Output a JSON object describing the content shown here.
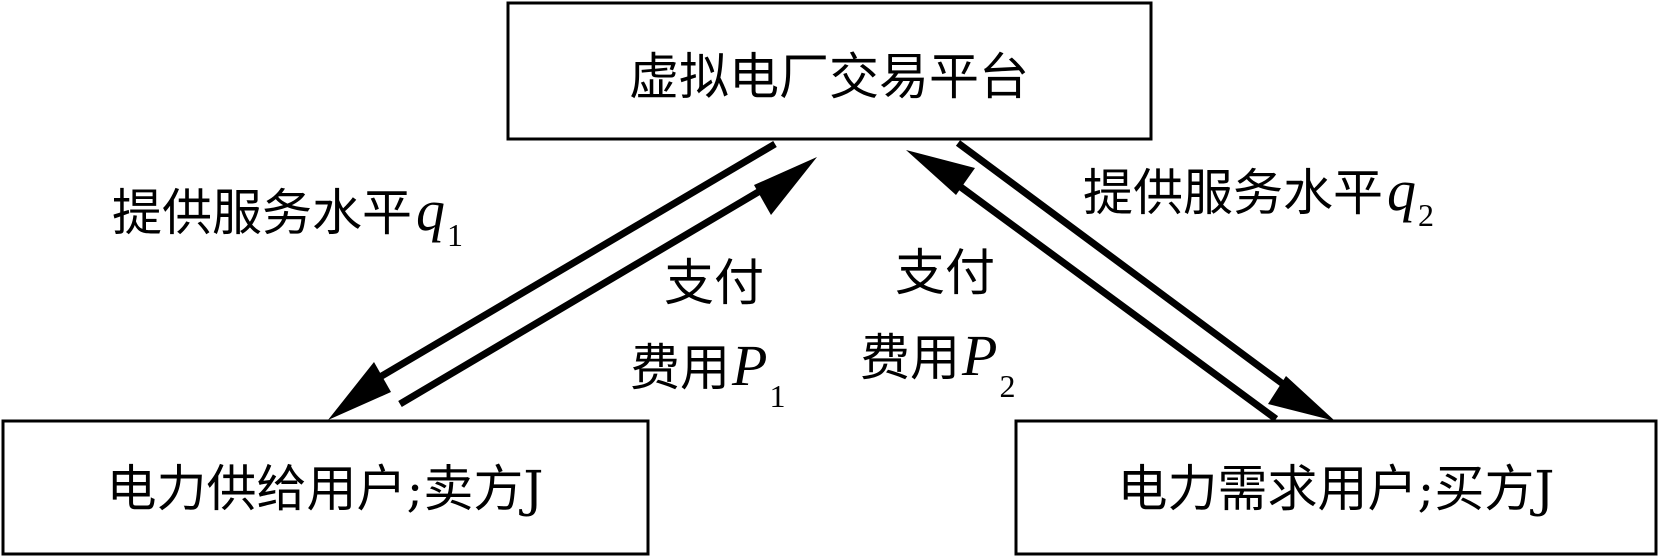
{
  "nodes": {
    "platform": "虚拟电厂交易平台",
    "seller": "电力供给用户;卖方J",
    "buyer": "电力需求用户;买方J"
  },
  "labels": {
    "left_service": {
      "text": "提供服务水平",
      "var": "q",
      "sub": "1"
    },
    "right_service": {
      "text": "提供服务水平",
      "var": "q",
      "sub": "2"
    },
    "left_pay": {
      "line1": "支付",
      "line2": "费用",
      "var": "P",
      "sub": "1"
    },
    "right_pay": {
      "line1": "支付",
      "line2": "费用",
      "var": "P",
      "sub": "2"
    }
  }
}
